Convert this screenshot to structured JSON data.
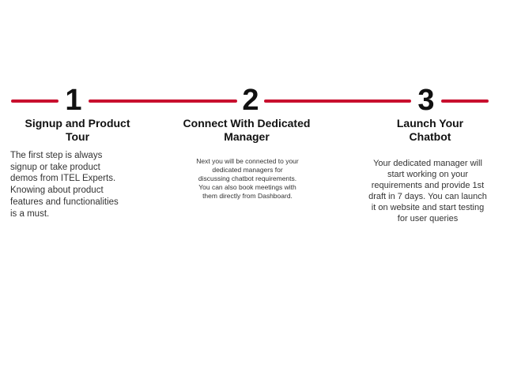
{
  "steps": [
    {
      "number": "1",
      "title_line1": "Signup and Product",
      "title_line2": "Tour",
      "desc_lines": [
        "The first step is always",
        "signup or take product",
        "demos from ITEL Experts.",
        "Knowing about product",
        "features and functionalities",
        "is a must."
      ]
    },
    {
      "number": "2",
      "title_line1": "Connect With Dedicated",
      "title_line2": "Manager",
      "desc_lines": [
        "Next you will be connected to your",
        "dedicated managers for",
        "discussing chatbot requirements.",
        "You can also book meetings with",
        "them directly from Dashboard."
      ]
    },
    {
      "number": "3",
      "title_line1": "Launch Your",
      "title_line2": "Chatbot",
      "desc_lines": [
        "Your dedicated manager will",
        "start working on your",
        "requirements and provide 1st",
        "draft in 7 days. You can launch",
        "it on website and start testing",
        "for user queries"
      ]
    }
  ],
  "colors": {
    "accent": "#c8102e",
    "text": "#111111"
  }
}
